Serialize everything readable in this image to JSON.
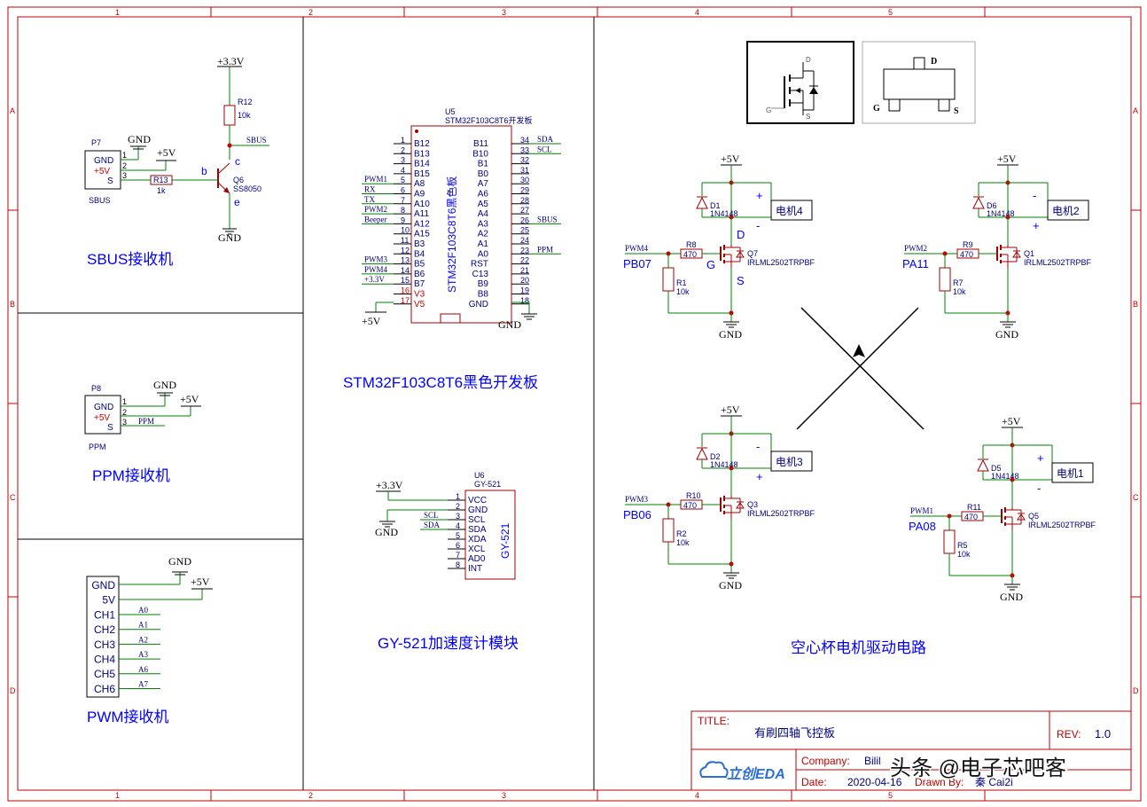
{
  "border": {
    "cols": [
      "1",
      "2",
      "3",
      "4",
      "5"
    ],
    "rows": [
      "A",
      "B",
      "C",
      "D"
    ]
  },
  "sections": {
    "sbus": "SBUS接收机",
    "ppm": "PPM接收机",
    "pwm": "PWM接收机",
    "stm32": "STM32F103C8T6黑色开发板",
    "gy521": "GY-521加速度计模块",
    "motor": "空心杯电机驱动电路"
  },
  "sbus": {
    "v33": "+3.3V",
    "r12": "R12",
    "r12v": "10k",
    "sbus_net": "SBUS",
    "p7": "P7",
    "gnd_top": "GND",
    "v5": "+5V",
    "pins": [
      "GND",
      "+5V",
      "S"
    ],
    "pin_nums": [
      "1",
      "2",
      "3"
    ],
    "r13": "R13",
    "r13v": "1k",
    "q6": "Q6",
    "q6v": "SS8050",
    "b": "b",
    "c": "c",
    "e": "e",
    "gnd_bot": "GND",
    "label": "SBUS"
  },
  "ppm": {
    "p8": "P8",
    "gnd_top": "GND",
    "v5": "+5V",
    "pins": [
      "GND",
      "+5V",
      "S"
    ],
    "pin_nums": [
      "1",
      "2",
      "3"
    ],
    "net": "PPM",
    "label": "PPM"
  },
  "pwm": {
    "gnd": "GND",
    "v5": "+5V",
    "pins": [
      "GND",
      "5V",
      "CH1",
      "CH2",
      "CH3",
      "CH4",
      "CH5",
      "CH6"
    ],
    "nets": [
      "A0",
      "A1",
      "A2",
      "A3",
      "A6",
      "A7"
    ]
  },
  "stm": {
    "ref": "U5",
    "name": "STM32F103C8T6开发板",
    "body": "STM32F103C8T6黑色板",
    "left_pins": [
      "B12",
      "B13",
      "B14",
      "B15",
      "A8",
      "A9",
      "A10",
      "A11",
      "A12",
      "A15",
      "B3",
      "B4",
      "B5",
      "B6",
      "B7",
      "V3",
      "V5"
    ],
    "left_nums": [
      "1",
      "2",
      "3",
      "4",
      "5",
      "6",
      "7",
      "8",
      "9",
      "10",
      "11",
      "12",
      "13",
      "14",
      "15",
      "16",
      "17"
    ],
    "left_nets": [
      "",
      "",
      "",
      "",
      "PWM1",
      "RX",
      "TX",
      "PWM2",
      "Beeper",
      "",
      "",
      "",
      "PWM3",
      "PWM4",
      "+3.3V",
      "",
      ""
    ],
    "right_pins": [
      "B11",
      "B10",
      "B1",
      "B0",
      "A7",
      "A6",
      "A5",
      "A4",
      "A3",
      "A2",
      "A1",
      "A0",
      "RST",
      "C13",
      "B9",
      "B8",
      "GND"
    ],
    "right_nums": [
      "34",
      "33",
      "32",
      "31",
      "30",
      "29",
      "28",
      "27",
      "26",
      "25",
      "24",
      "23",
      "22",
      "21",
      "20",
      "19",
      "18"
    ],
    "right_nets": [
      "SDA",
      "SCL",
      "",
      "",
      "",
      "",
      "",
      "",
      "SBUS",
      "",
      "",
      "PPM",
      "",
      "",
      "",
      "",
      ""
    ],
    "v5": "+5V",
    "gnd": "GND"
  },
  "gy": {
    "ref": "U6",
    "name": "GY-521",
    "body": "GY-521",
    "v33": "+3.3V",
    "gnd": "GND",
    "pins": [
      "VCC",
      "GND",
      "SCL",
      "SDA",
      "XDA",
      "XCL",
      "AD0",
      "INT"
    ],
    "nums": [
      "1",
      "2",
      "3",
      "4",
      "5",
      "6",
      "7",
      "8"
    ],
    "nets": [
      "",
      "",
      "SCL",
      "SDA",
      "",
      "",
      "",
      ""
    ]
  },
  "pkg": {
    "d": "D",
    "g": "G",
    "s": "S"
  },
  "motors": [
    {
      "v5": "+5V",
      "d": "D1",
      "dv": "1N4148",
      "motor": "电机4",
      "pwm": "PWM4",
      "pin": "PB07",
      "r": "R8",
      "rv": "470",
      "q": "Q7",
      "qv": "IRLML2502TRPBF",
      "rp": "R1",
      "rpv": "10k",
      "gnd": "GND",
      "top": "+",
      "bot": "-",
      "lD": "D",
      "lG": "G",
      "lS": "S"
    },
    {
      "v5": "+5V",
      "d": "D6",
      "dv": "1N4148",
      "motor": "电机2",
      "pwm": "PWM2",
      "pin": "PA11",
      "r": "R9",
      "rv": "470",
      "q": "Q1",
      "qv": "IRLML2502TRPBF",
      "rp": "R7",
      "rpv": "10k",
      "gnd": "GND",
      "top": "-",
      "bot": "+"
    },
    {
      "v5": "+5V",
      "d": "D2",
      "dv": "1N4148",
      "motor": "电机3",
      "pwm": "PWM3",
      "pin": "PB06",
      "r": "R10",
      "rv": "470",
      "q": "Q3",
      "qv": "IRLML2502TRPBF",
      "rp": "R2",
      "rpv": "10k",
      "gnd": "GND",
      "top": "-",
      "bot": "+"
    },
    {
      "v5": "+5V",
      "d": "D5",
      "dv": "1N4148",
      "motor": "电机1",
      "pwm": "PWM1",
      "pin": "PA08",
      "r": "R11",
      "rv": "470",
      "q": "Q5",
      "qv": "IRLML2502TRPBF",
      "rp": "R5",
      "rpv": "10k",
      "gnd": "GND",
      "top": "+",
      "bot": "-"
    }
  ],
  "titleblock": {
    "title_label": "TITLE:",
    "title": "有刷四轴飞控板",
    "rev_label": "REV:",
    "rev": "1.0",
    "company_label": "Company:",
    "company": "Bilil",
    "date_label": "Date:",
    "date": "2020-04-16",
    "drawn_label": "Drawn By:",
    "drawn": "秦 Cai2i",
    "logo": "立创EDA"
  },
  "watermark": "头条 @电子芯吧客",
  "colors": {
    "wire": "#008000",
    "text": "#000080",
    "component": "#a00000",
    "junction": "#cc0000",
    "label_blue": "#0000ff",
    "frame": "#c00000"
  }
}
